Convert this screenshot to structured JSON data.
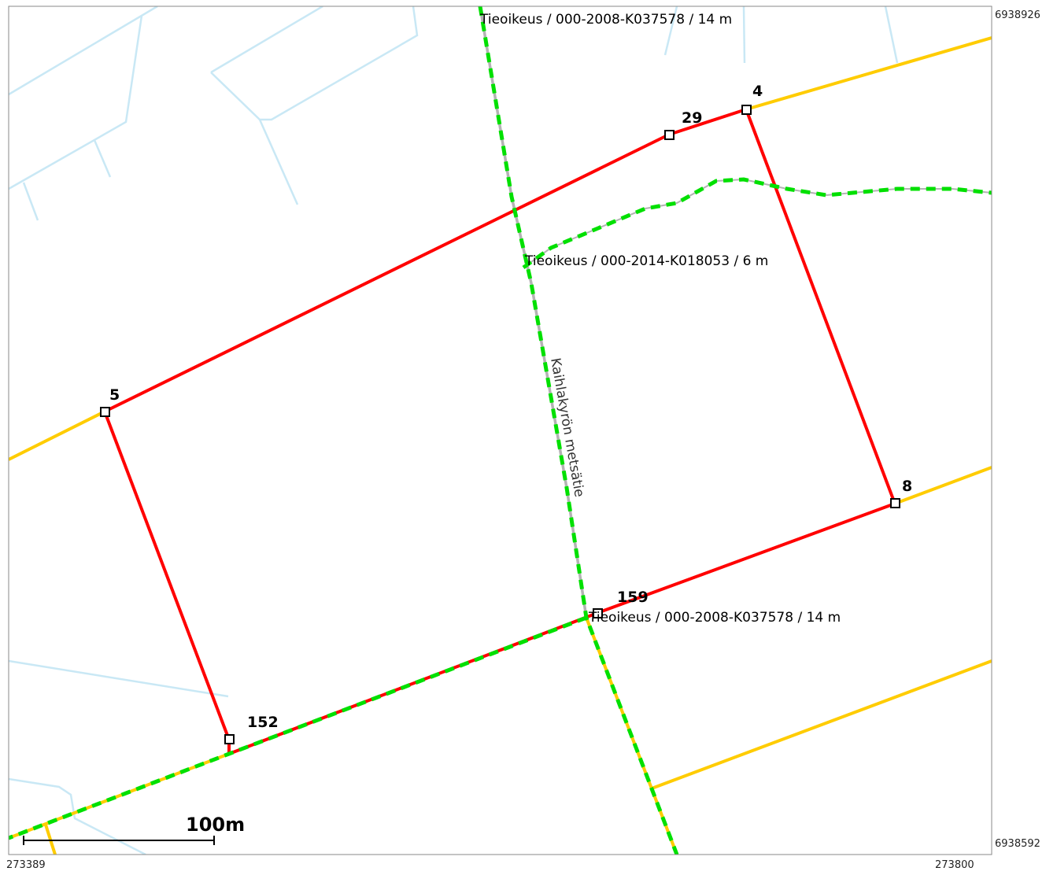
{
  "map": {
    "extent": {
      "xmin_label": "273389",
      "xmax_label": "273800",
      "ymax_label": "6938926",
      "ymin_label": "6938592"
    },
    "road_name": "Kaihlakyrön metsätie",
    "access_labels": {
      "top": "Tieoikeus / 000-2008-K037578 / 14 m",
      "middle": "Tieoikeus / 000-2014-K018053 / 6 m",
      "bottom": "Tieoikeus / 000-2008-K037578 / 14 m"
    },
    "points": {
      "p4": "4",
      "p29": "29",
      "p5": "5",
      "p8": "8",
      "p159": "159",
      "p152": "152"
    },
    "scale_bar": {
      "label": "100m"
    },
    "legend_colors": {
      "boundary": "#ff0000",
      "property_line": "#ffcc00",
      "access_right": "#00e000",
      "road": "#b0b0b0",
      "water": "#c9e8f5"
    }
  }
}
